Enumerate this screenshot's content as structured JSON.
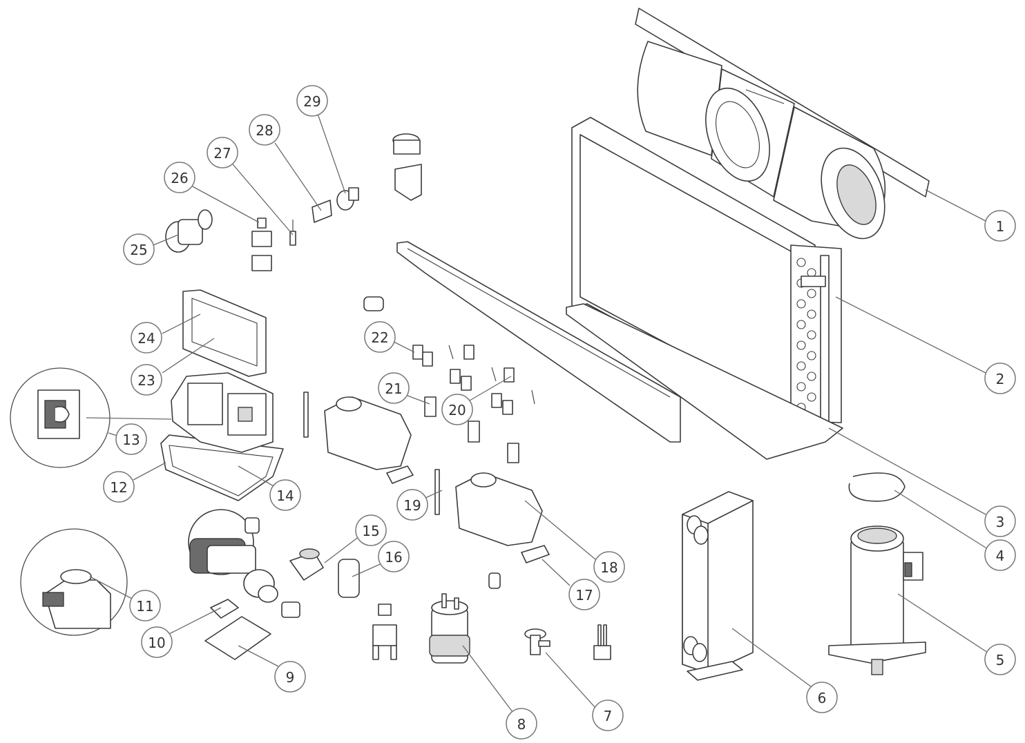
{
  "diagram": {
    "callouts": [
      {
        "id": "1",
        "label": "1"
      },
      {
        "id": "2",
        "label": "2"
      },
      {
        "id": "3",
        "label": "3"
      },
      {
        "id": "4",
        "label": "4"
      },
      {
        "id": "5",
        "label": "5"
      },
      {
        "id": "6",
        "label": "6"
      },
      {
        "id": "7",
        "label": "7"
      },
      {
        "id": "8",
        "label": "8"
      },
      {
        "id": "9",
        "label": "9"
      },
      {
        "id": "10",
        "label": "10"
      },
      {
        "id": "11",
        "label": "11"
      },
      {
        "id": "12",
        "label": "12"
      },
      {
        "id": "13",
        "label": "13"
      },
      {
        "id": "14",
        "label": "14"
      },
      {
        "id": "15",
        "label": "15"
      },
      {
        "id": "16",
        "label": "16"
      },
      {
        "id": "17",
        "label": "17"
      },
      {
        "id": "18",
        "label": "18"
      },
      {
        "id": "19",
        "label": "19"
      },
      {
        "id": "20",
        "label": "20"
      },
      {
        "id": "21",
        "label": "21"
      },
      {
        "id": "22",
        "label": "22"
      },
      {
        "id": "23",
        "label": "23"
      },
      {
        "id": "24",
        "label": "24"
      },
      {
        "id": "25",
        "label": "25"
      },
      {
        "id": "26",
        "label": "26"
      },
      {
        "id": "27",
        "label": "27"
      },
      {
        "id": "28",
        "label": "28"
      },
      {
        "id": "29",
        "label": "29"
      }
    ]
  }
}
